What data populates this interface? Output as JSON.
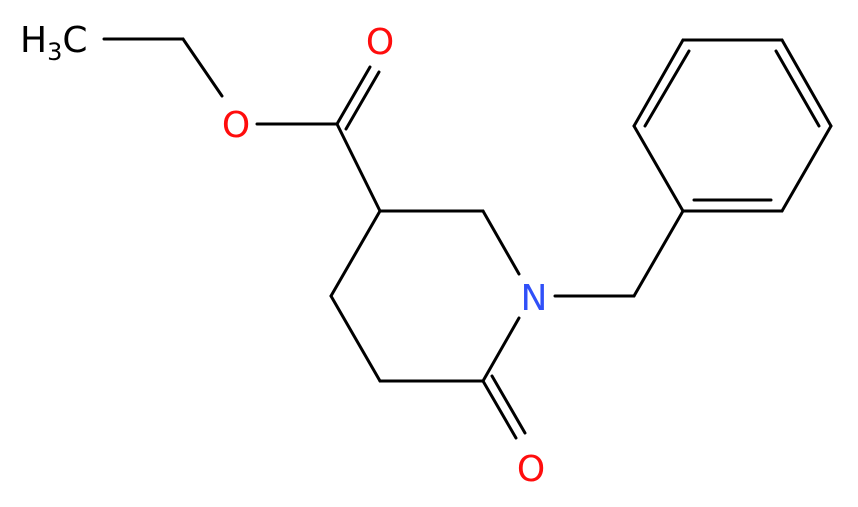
{
  "colors": {
    "bond": "#000000",
    "carbon": "#000000",
    "oxygen": "#ff0d0d",
    "nitrogen": "#3050f8"
  },
  "atoms": {
    "methyl": {
      "main": "H",
      "sub": "3",
      "tail": "C"
    },
    "ester_carbonyl_oxygen": "O",
    "ester_ether_oxygen": "O",
    "ring_nitrogen": "N",
    "lactam_oxygen": "O"
  }
}
